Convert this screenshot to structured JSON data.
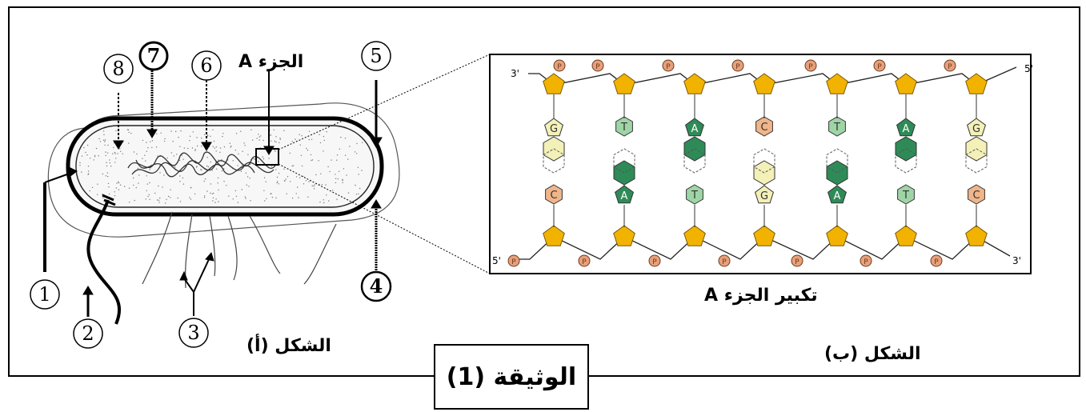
{
  "document": {
    "title": "الوثيقة (1)"
  },
  "figure_a": {
    "caption": "الشكل (أ)",
    "part_label": "الجزء A",
    "numbers": [
      "1",
      "2",
      "3",
      "4",
      "5",
      "6",
      "7",
      "8"
    ]
  },
  "figure_b": {
    "caption": "الشكل (ب)",
    "zoom_caption": "تكبير الجزء A",
    "strand_ends": {
      "top_left": "3'",
      "top_right": "5'",
      "bottom_left": "5'",
      "bottom_right": "3'"
    },
    "phosphate_label": "P",
    "pairs": [
      {
        "top": "G",
        "bottom": "C"
      },
      {
        "top": "T",
        "bottom": "A"
      },
      {
        "top": "A",
        "bottom": "T"
      },
      {
        "top": "C",
        "bottom": "G"
      },
      {
        "top": "T",
        "bottom": "A"
      },
      {
        "top": "A",
        "bottom": "T"
      },
      {
        "top": "G",
        "bottom": "C"
      }
    ]
  },
  "colors": {
    "sugar": "#f2b300",
    "phosphate": "#e8a07a",
    "adenine": "#2e8b57",
    "thymine": "#9fd5a6",
    "guanine": "#f3f0b8",
    "cytosine": "#f0b58a"
  }
}
